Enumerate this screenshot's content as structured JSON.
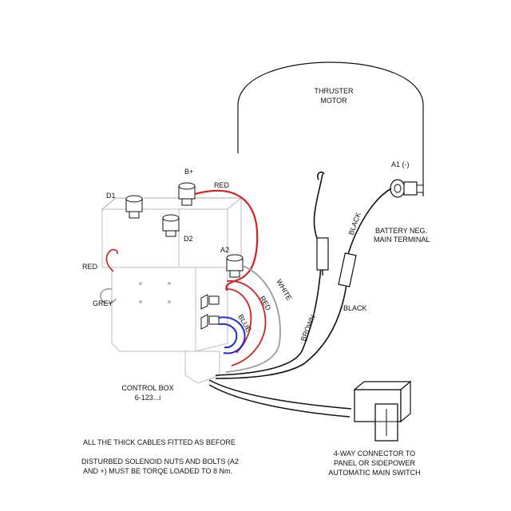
{
  "labels": {
    "motor_line1": "THRUSTER",
    "motor_line2": "MOTOR",
    "a1": "A1 (-)",
    "battery_line1": "BATTERY NEG.",
    "battery_line2": "MAIN TERMINAL",
    "b_plus": "B+",
    "d1": "D1",
    "d2": "D2",
    "a2": "A2",
    "red_top": "RED",
    "red_left": "RED",
    "grey": "GREY",
    "white": "WHITE",
    "red_diag": "RED",
    "blue": "BLUE",
    "brown": "BROWN",
    "black_diag": "BLACK",
    "black_lower": "BLACK",
    "control_box_line1": "CONTROL BOX",
    "control_box_line2": "6-123...i",
    "connector_line1": "4-WAY CONNECTOR TO",
    "connector_line2": "PANEL OR SIDEPOWER",
    "connector_line3": "AUTOMATIC MAIN SWITCH"
  },
  "notes": {
    "line1": "ALL THE THICK CABLES FITTED AS BEFORE",
    "line2": "DISTURBED SOLENOID NUTS AND BOLTS (A2",
    "line3": "AND +) MUST BE TORQE LOADED TO 8 Nm."
  },
  "colors": {
    "red": "#d42020",
    "blue": "#1a2bd6",
    "grey": "#9a9a9a",
    "black": "#111111"
  }
}
